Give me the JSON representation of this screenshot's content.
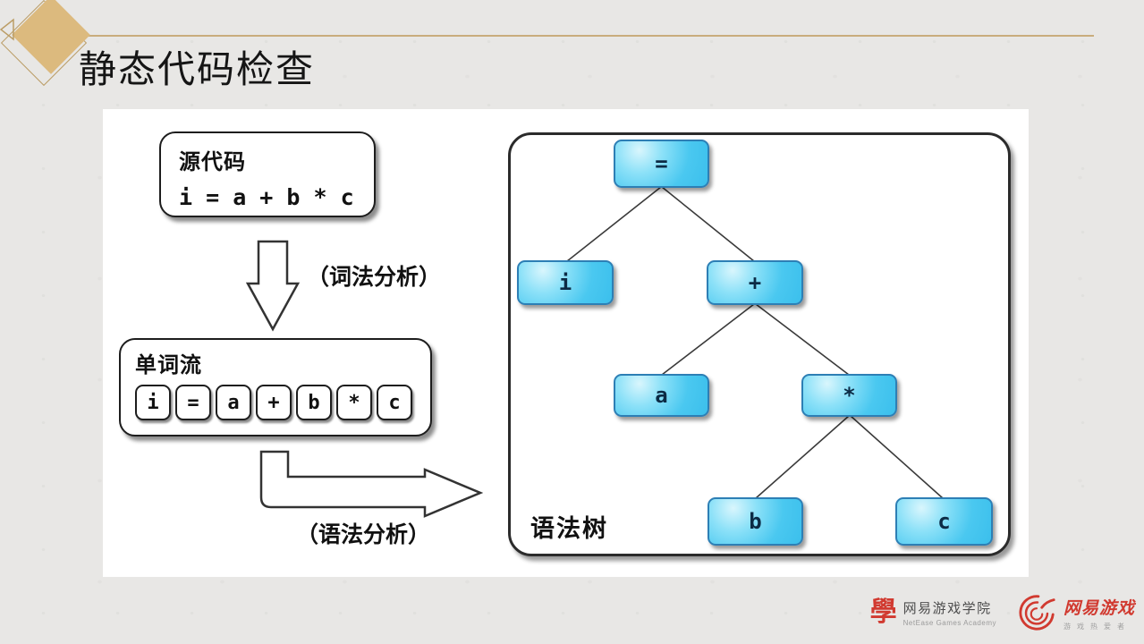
{
  "slide": {
    "title": "静态代码检查"
  },
  "diagram": {
    "source_box": {
      "label": "源代码",
      "code": "i = a + b * c"
    },
    "lexical_label": "（词法分析）",
    "token_box": {
      "label": "单词流",
      "tokens": [
        "i",
        "=",
        "a",
        "+",
        "b",
        "*",
        "c"
      ]
    },
    "syntax_label": "（语法分析）",
    "tree": {
      "label": "语法树",
      "nodes": [
        {
          "id": "assign",
          "label": "="
        },
        {
          "id": "i",
          "label": "i"
        },
        {
          "id": "plus",
          "label": "+"
        },
        {
          "id": "a",
          "label": "a"
        },
        {
          "id": "mul",
          "label": "*"
        },
        {
          "id": "b",
          "label": "b"
        },
        {
          "id": "c",
          "label": "c"
        }
      ],
      "edges": [
        [
          "=",
          "i"
        ],
        [
          "=",
          "+"
        ],
        [
          "+",
          "a"
        ],
        [
          "+",
          "*"
        ],
        [
          "*",
          "b"
        ],
        [
          "*",
          "c"
        ]
      ]
    }
  },
  "footer": {
    "academy_logo": {
      "icon_char": "學",
      "name": "网易游戏学院",
      "subtitle": "NetEase Games Academy"
    },
    "games_logo": {
      "name": "网易游戏",
      "tagline": "游戏热爱者"
    }
  },
  "colors": {
    "accent_gold": "#dcba7e",
    "line_gold": "#c9ad7d",
    "node_fill": "#4ac8f0",
    "node_border": "#2d7fb5",
    "node_text": "#0c2b45",
    "logo_red": "#d13a30",
    "background": "#e8e7e5"
  }
}
